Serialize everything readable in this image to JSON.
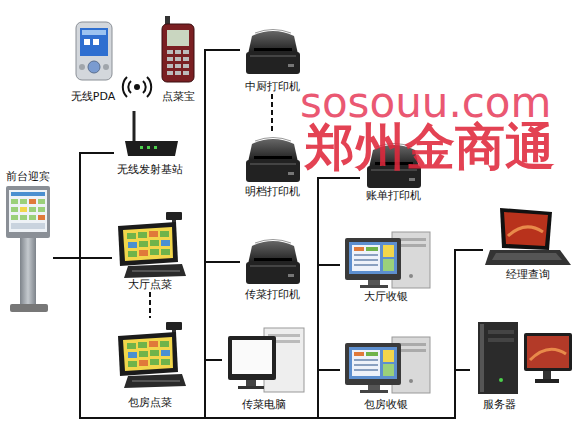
{
  "diagram": {
    "nodes": [
      {
        "text": [
          "无线PDA"
        ]
      },
      {
        "text": [
          "点菜宝"
        ]
      },
      {
        "text": [
          "无线发射基站"
        ]
      },
      {
        "text": [
          "前台迎宾"
        ]
      },
      {
        "text": [
          "大厅点菜"
        ]
      },
      {
        "text": [
          "包房点菜"
        ]
      },
      {
        "text": [
          "中厨打印机"
        ]
      },
      {
        "text": [
          "明档打印机"
        ]
      },
      {
        "text": [
          "传菜打印机"
        ]
      },
      {
        "text": [
          "传菜电脑"
        ]
      },
      {
        "text": [
          "账单打印机"
        ]
      },
      {
        "text": [
          "大厅收银"
        ]
      },
      {
        "text": [
          "包房收银"
        ]
      },
      {
        "text": [
          "经理查询"
        ]
      },
      {
        "text": [
          "服务器"
        ]
      }
    ],
    "edges": [
      {
        "from": 4,
        "to": 5,
        "arrow": "none"
      },
      {
        "from": 6,
        "to": 7,
        "arrow": "none"
      },
      {
        "from": 2,
        "to": 14,
        "arrow": "none"
      },
      {
        "from": 3,
        "to": 14,
        "arrow": "none"
      },
      {
        "from": 4,
        "to": 14,
        "arrow": "none"
      },
      {
        "from": 6,
        "to": 14,
        "arrow": "none"
      },
      {
        "from": 8,
        "to": 14,
        "arrow": "none"
      },
      {
        "from": 9,
        "to": 14,
        "arrow": "none"
      },
      {
        "from": 10,
        "to": 14,
        "arrow": "none"
      },
      {
        "from": 11,
        "to": 14,
        "arrow": "none"
      },
      {
        "from": 12,
        "to": 14,
        "arrow": "none"
      },
      {
        "from": 13,
        "to": 14,
        "arrow": "none"
      }
    ],
    "labels": [
      "sosouu.com",
      "郑州金商通"
    ]
  }
}
